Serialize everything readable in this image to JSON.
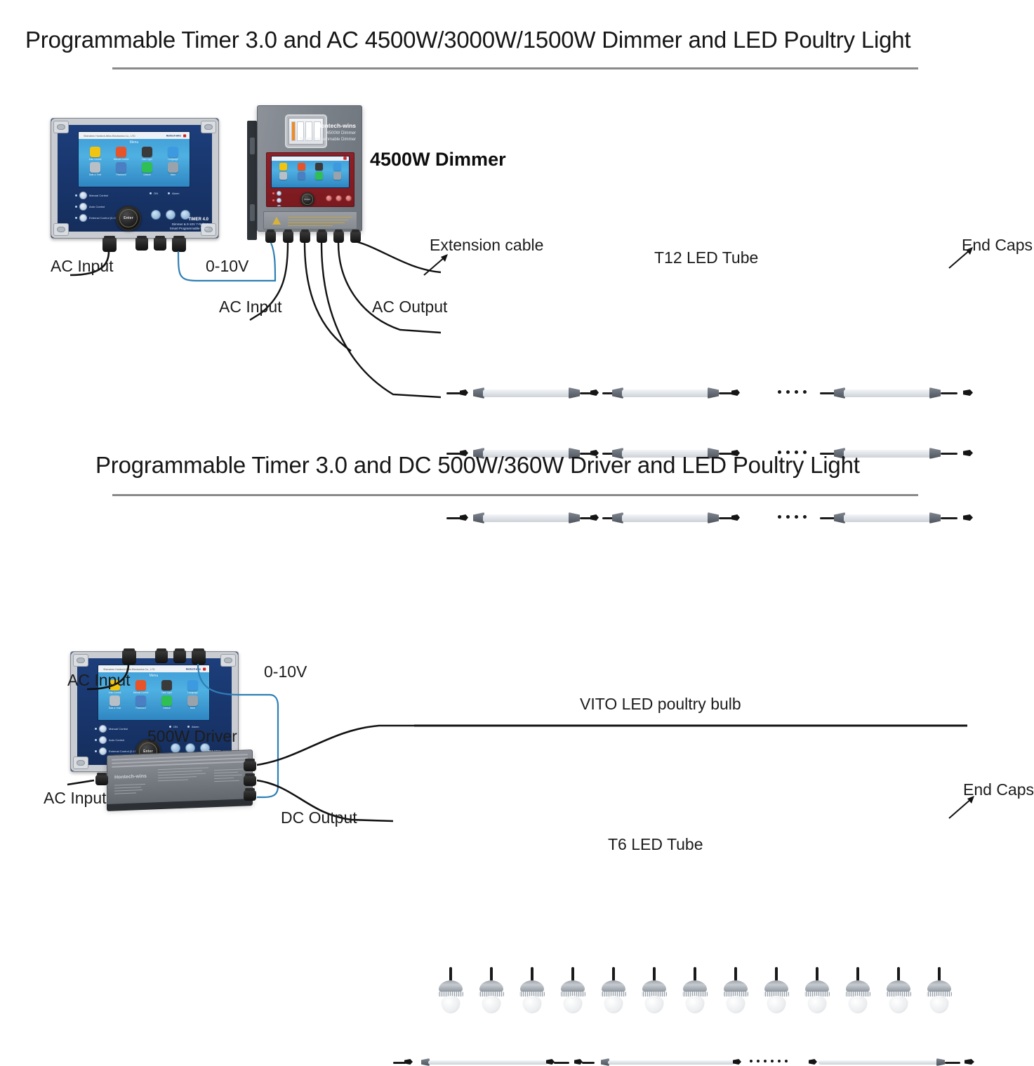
{
  "page": {
    "background": "#ffffff",
    "accent_blue": "#2f7fb5",
    "wire_black": "#1b1b1b"
  },
  "sections": [
    {
      "id": "ac-system",
      "title": "Programmable Timer 3.0 and AC 4500W/3000W/1500W Dimmer and LED Poultry Light",
      "devices": {
        "timer": {
          "name": "Programmable Timer 3.0",
          "screen_header_left": "Shenzhen Hontech-Wins Electronics Co., LTD",
          "screen_header_right": "Hontech-wins",
          "screen_menu_label": "Menu",
          "app_icons": [
            {
              "name": "auto-control-icon",
              "label": "Auto Control",
              "color": "#f1c40f"
            },
            {
              "name": "manual-control-icon",
              "label": "Manual Control",
              "color": "#e8542a"
            },
            {
              "name": "dark-light-icon",
              "label": "Dark Light",
              "color": "#3a3a3a"
            },
            {
              "name": "language-icon",
              "label": "Language",
              "color": "#3d9ae0"
            },
            {
              "name": "date-time-icon",
              "label": "Date & Time",
              "color": "#b9bfc6"
            },
            {
              "name": "password-icon",
              "label": "Password",
              "color": "#4a7fc4"
            },
            {
              "name": "default-icon",
              "label": "Default",
              "color": "#2fbf55"
            },
            {
              "name": "more-icon",
              "label": "More",
              "color": "#9aa3ab"
            }
          ],
          "indicators": [
            {
              "label": "Manual Control"
            },
            {
              "label": "Auto Control"
            },
            {
              "label": "External Control (0-10V)"
            }
          ],
          "status_lights": [
            {
              "label": "ON"
            },
            {
              "label": "Alarm"
            }
          ],
          "knob_label": "Enter",
          "model_text": "TIMER 4.0",
          "model_sub1": "Dimmer & 0-10V 7-Relays",
          "model_sub2": "Smart Programmable Timer",
          "gland_count": 4
        },
        "dimmer": {
          "label": "4500W Dimmer",
          "brand": "Hontech-wins",
          "model": "4500W Dimmer",
          "model_sub": "Smart Programmable Dimmer",
          "gland_count": 6,
          "knob_label": "Enter"
        }
      },
      "labels": [
        {
          "name": "timer-ac-input",
          "text": "AC Input"
        },
        {
          "name": "timer-0-10v",
          "text": "0-10V"
        },
        {
          "name": "dimmer-ac-input",
          "text": "AC Input"
        },
        {
          "name": "dimmer-ac-output",
          "text": "AC Output"
        },
        {
          "name": "extension-cable",
          "text": "Extension cable"
        },
        {
          "name": "t12-led-tube",
          "text": "T12 LED Tube"
        },
        {
          "name": "end-caps",
          "text": "End Caps"
        }
      ],
      "tube_rows": 3,
      "tubes_per_row_visible": 3,
      "ellipsis_dots": 4
    },
    {
      "id": "dc-system",
      "title": "Programmable Timer 3.0 and DC 500W/360W Driver and LED Poultry Light",
      "devices": {
        "timer": {
          "name": "Programmable Timer 3.0",
          "gland_count": 4
        },
        "driver": {
          "label": "500W Driver",
          "brand": "Hontech-wins",
          "gland_count_left": 1,
          "gland_count_right": 3
        }
      },
      "labels": [
        {
          "name": "timer-ac-input",
          "text": "AC Input"
        },
        {
          "name": "timer-0-10v",
          "text": "0-10V"
        },
        {
          "name": "driver-title",
          "text": "500W Driver"
        },
        {
          "name": "driver-ac-input",
          "text": "AC Input"
        },
        {
          "name": "dc-output",
          "text": "DC Output"
        },
        {
          "name": "vito-bulb",
          "text": "VITO LED poultry bulb"
        },
        {
          "name": "t6-led-tube",
          "text": "T6 LED Tube"
        },
        {
          "name": "end-caps",
          "text": "End Caps"
        }
      ],
      "bulb_count": 13,
      "t6_ellipsis_dots": 6
    }
  ]
}
